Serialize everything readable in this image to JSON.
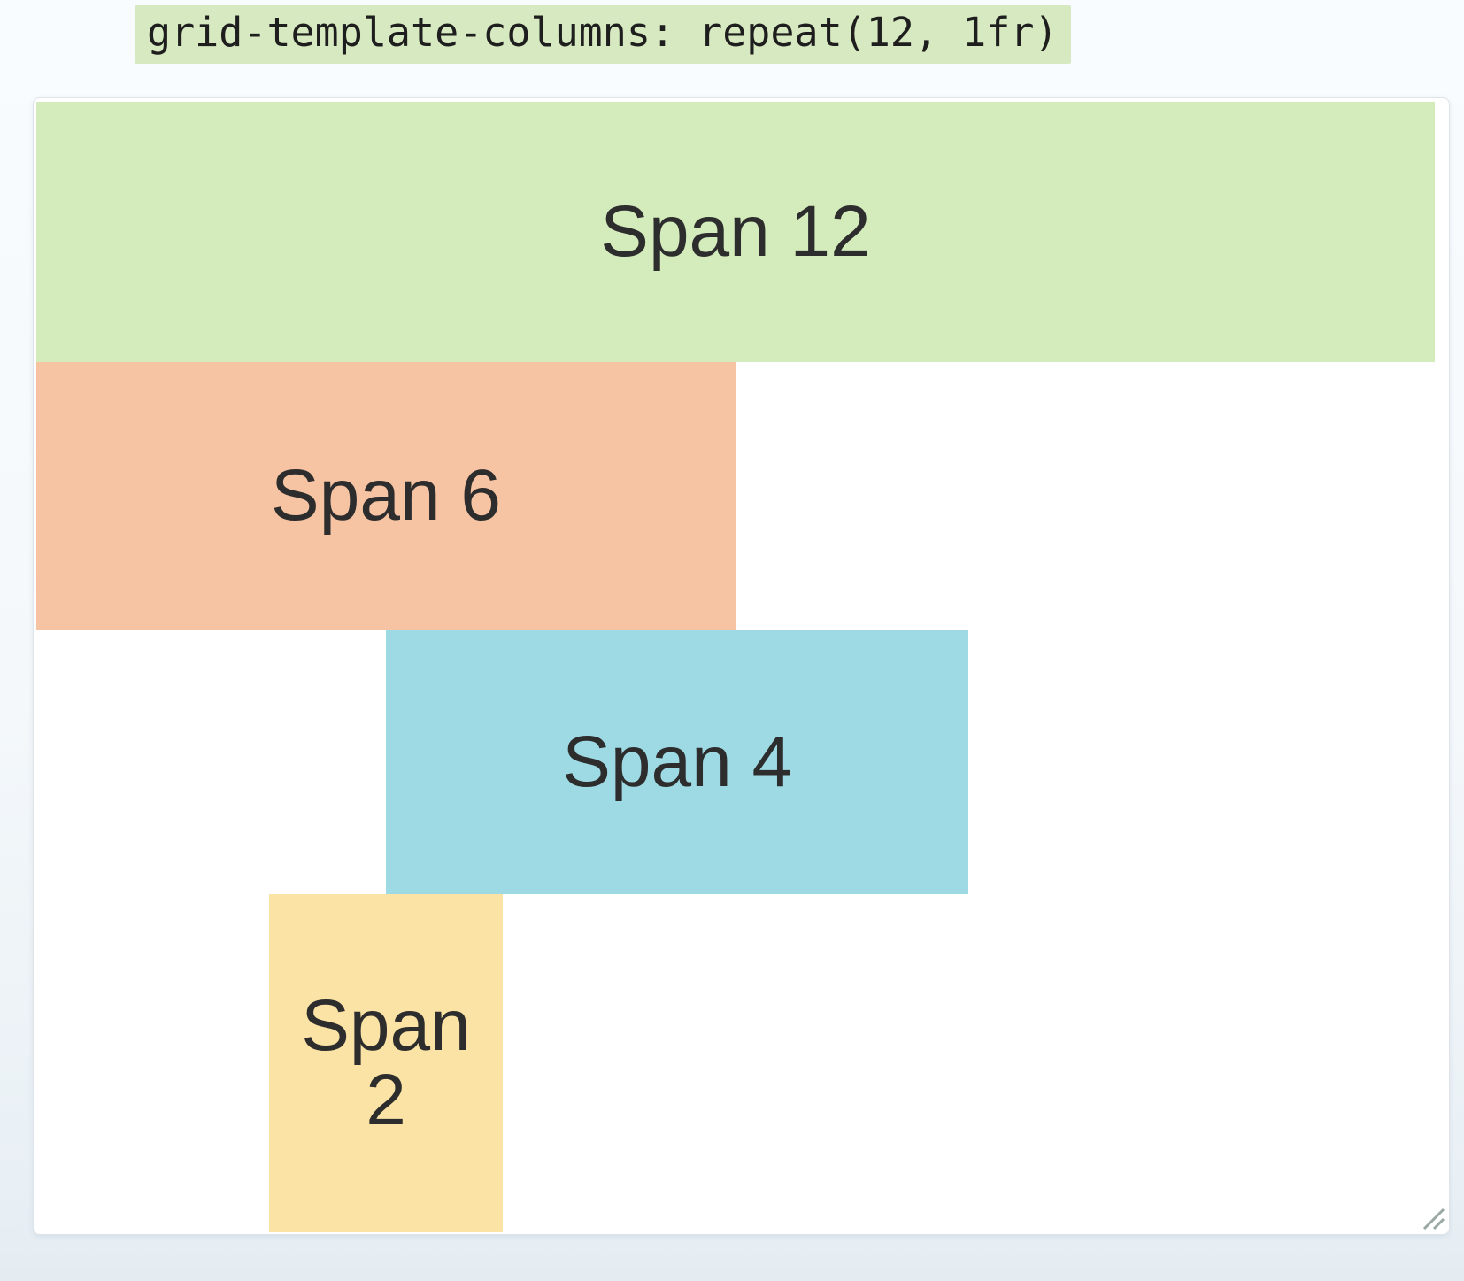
{
  "header": {
    "code": "grid-template-columns: repeat(12, 1fr)"
  },
  "grid": {
    "columns": 12,
    "items": [
      {
        "label": "Span 12",
        "span": 12,
        "column_start": 1,
        "column_span": 12,
        "row": 1,
        "color": "#d4ecbc"
      },
      {
        "label": "Span 6",
        "span": 6,
        "column_start": 1,
        "column_span": 6,
        "row": 2,
        "color": "#f6c3a3"
      },
      {
        "label": "Span 4",
        "span": 4,
        "column_start": 4,
        "column_span": 5,
        "row": 3,
        "color": "#9edae4"
      },
      {
        "label": "Span 2",
        "span": 2,
        "column_start": 3,
        "column_span": 2,
        "row": 4,
        "color": "#fae3a5"
      }
    ]
  },
  "colors": {
    "chip_bg": "#d7e9c0",
    "page_bg": "#f4f8fb",
    "container_bg": "#ffffff",
    "container_border": "#dee4e9",
    "label_text": "#2d2d2d",
    "handle": "#9aa8a4"
  }
}
